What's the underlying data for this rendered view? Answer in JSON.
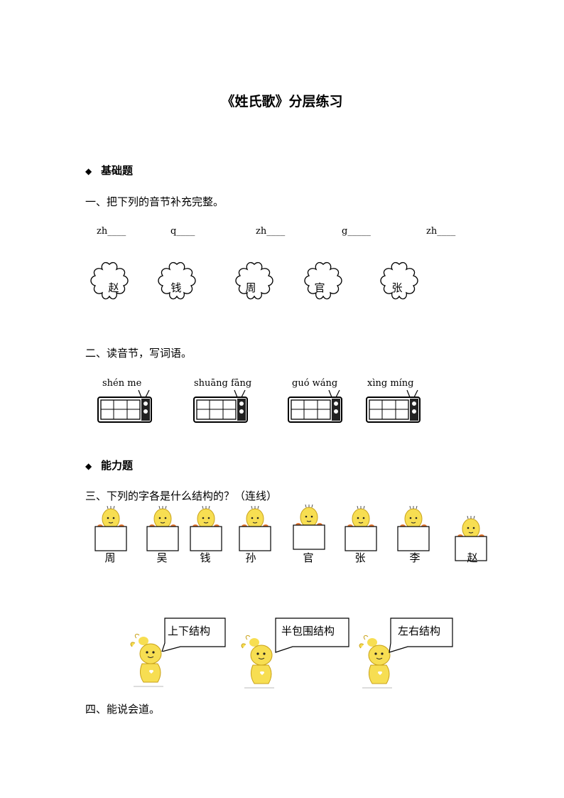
{
  "title": "《姓氏歌》分层练习",
  "section_basic": {
    "diamond": "◆",
    "label": "基础题"
  },
  "q1": {
    "text": "一、把下列的音节补充完整。",
    "syllables": [
      "zh____",
      "q____",
      "zh____",
      "g_____",
      "zh____"
    ],
    "characters": [
      "赵",
      "钱",
      "周",
      "官",
      "张"
    ]
  },
  "q2": {
    "text": "二、读音节，写词语。",
    "pinyin": [
      "shén me",
      "shuāng fāng",
      "guó wáng",
      "xìng míng"
    ]
  },
  "section_ability": {
    "diamond": "◆",
    "label": "能力题"
  },
  "q3": {
    "text": "三、下列的字各是什么结构的？（连线）",
    "characters": [
      "周",
      "吴",
      "钱",
      "孙",
      "官",
      "张",
      "李",
      "赵"
    ],
    "structures": [
      "上下结构",
      "半包围结构",
      "左右结构"
    ]
  },
  "q4": {
    "text": "四、能说会道。"
  },
  "colors": {
    "chick": "#f7de52",
    "chick_outline": "#c9a21a",
    "cheek": "#e0742f"
  }
}
